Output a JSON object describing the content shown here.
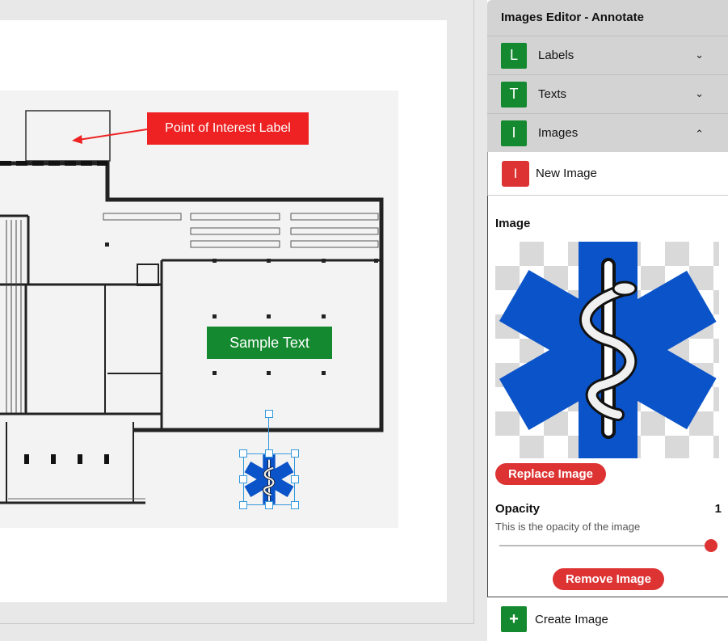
{
  "canvas": {
    "poi_label": "Point of Interest Label",
    "sample_text": "Sample Text"
  },
  "panel": {
    "title": "Images Editor - Annotate",
    "sections": [
      {
        "badge": "L",
        "label": "Labels",
        "chevron": "chevron-down-icon"
      },
      {
        "badge": "T",
        "label": "Texts",
        "chevron": "chevron-down-icon"
      },
      {
        "badge": "I",
        "label": "Images",
        "chevron": "chevron-up-icon"
      }
    ],
    "image_item": {
      "badge": "I",
      "label": "New Image"
    },
    "detail": {
      "image_title": "Image",
      "replace_label": "Replace Image",
      "opacity_label": "Opacity",
      "opacity_value": "1",
      "opacity_help": "This is the opacity of the image",
      "remove_label": "Remove Image"
    },
    "create": {
      "badge": "+",
      "label": "Create Image"
    }
  },
  "colors": {
    "green": "#14892f",
    "red": "#dd3333",
    "poi_red": "#ee2222",
    "star_blue": "#0a53c9",
    "handle_blue": "#3399dd"
  },
  "icons": {
    "image_preview": "star-of-life-icon",
    "placed_image": "star-of-life-icon"
  }
}
